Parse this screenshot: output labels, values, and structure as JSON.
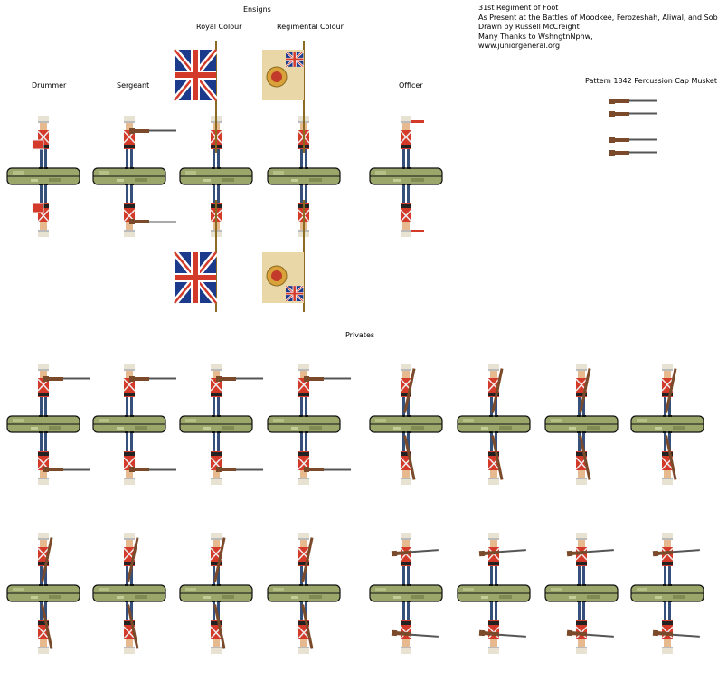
{
  "credits": {
    "title": "31st Regiment of Foot",
    "line2": "As Present at the Battles of Moodkee, Ferozeshah, Aliwal, and Sobraon",
    "line3": "Drawn by Russell McCreight",
    "line4": "Many Thanks to WshngtnNphw,",
    "line5": "www.juniorgeneral.org"
  },
  "labels": {
    "ensigns": "Ensigns",
    "royal_colour": "Royal Colour",
    "regimental_colour": "Regimental Colour",
    "drummer": "Drummer",
    "sergeant": "Sergeant",
    "officer": "Officer",
    "musket": "Pattern 1842 Percussion Cap Musket",
    "privates": "Privates"
  },
  "colors": {
    "coat_red": "#d33a2a",
    "trousers_blue": "#35507a",
    "base_green": "#9aa66a",
    "shako_white": "#e8e2d2",
    "flag_blue": "#1c3a8c",
    "flag_buff": "#e9d7a8",
    "musket_wood": "#7a4a2a"
  }
}
